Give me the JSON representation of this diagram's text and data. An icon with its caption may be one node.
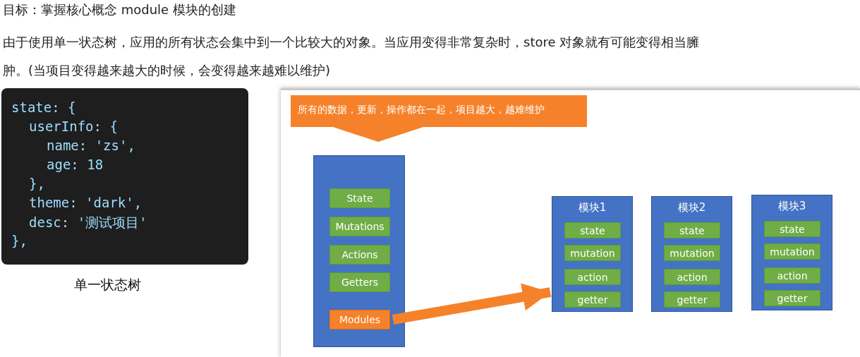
{
  "diagram": {
    "title": "目标：掌握核心概念 module 模块的创建",
    "nodes": [
      {
        "text": [
          "state: {",
          "userInfo: {",
          "name: 'zs',",
          "age: 18",
          "},",
          "theme: 'dark',",
          "desc: '测试项目'",
          "},"
        ],
        "beside": [
          "单一状态树"
        ]
      },
      {
        "text": [
          "所有的数据，更新，操作都在一起，项目越大，越难维护"
        ]
      },
      {
        "text": [],
        "shape": "box"
      },
      {
        "text": [
          "State"
        ],
        "in": 2
      },
      {
        "text": [
          "Mutations"
        ],
        "in": 2
      },
      {
        "text": [
          "Actions"
        ],
        "in": 2
      },
      {
        "text": [
          "Getters"
        ],
        "in": 2
      },
      {
        "text": [
          "Modules"
        ],
        "in": 2
      },
      {
        "text": [
          "模块1"
        ]
      },
      {
        "text": [
          "state"
        ],
        "in": 8
      },
      {
        "text": [
          "mutation"
        ],
        "in": 8
      },
      {
        "text": [
          "action"
        ],
        "in": 8
      },
      {
        "text": [
          "getter"
        ],
        "in": 8
      },
      {
        "text": [
          "模块2"
        ]
      },
      {
        "text": [
          "state"
        ],
        "in": 13
      },
      {
        "text": [
          "mutation"
        ],
        "in": 13
      },
      {
        "text": [
          "action"
        ],
        "in": 13
      },
      {
        "text": [
          "getter"
        ],
        "in": 13
      },
      {
        "text": [
          "模块3"
        ]
      },
      {
        "text": [
          "state"
        ],
        "in": 18
      },
      {
        "text": [
          "mutation"
        ],
        "in": 18
      },
      {
        "text": [
          "action"
        ],
        "in": 18
      },
      {
        "text": [
          "getter"
        ],
        "in": 18
      }
    ],
    "edges": [
      {
        "from": 7,
        "to": 8,
        "arrow": "to"
      }
    ],
    "labels": [
      "由于使用单一状态树，应用的所有状态会集中到一个比较大的对象。当应用变得非常复杂时，store 对象就有可能变得相当臃肿。(当项目变得越来越大的时候，会变得越来越难以维护)"
    ]
  }
}
